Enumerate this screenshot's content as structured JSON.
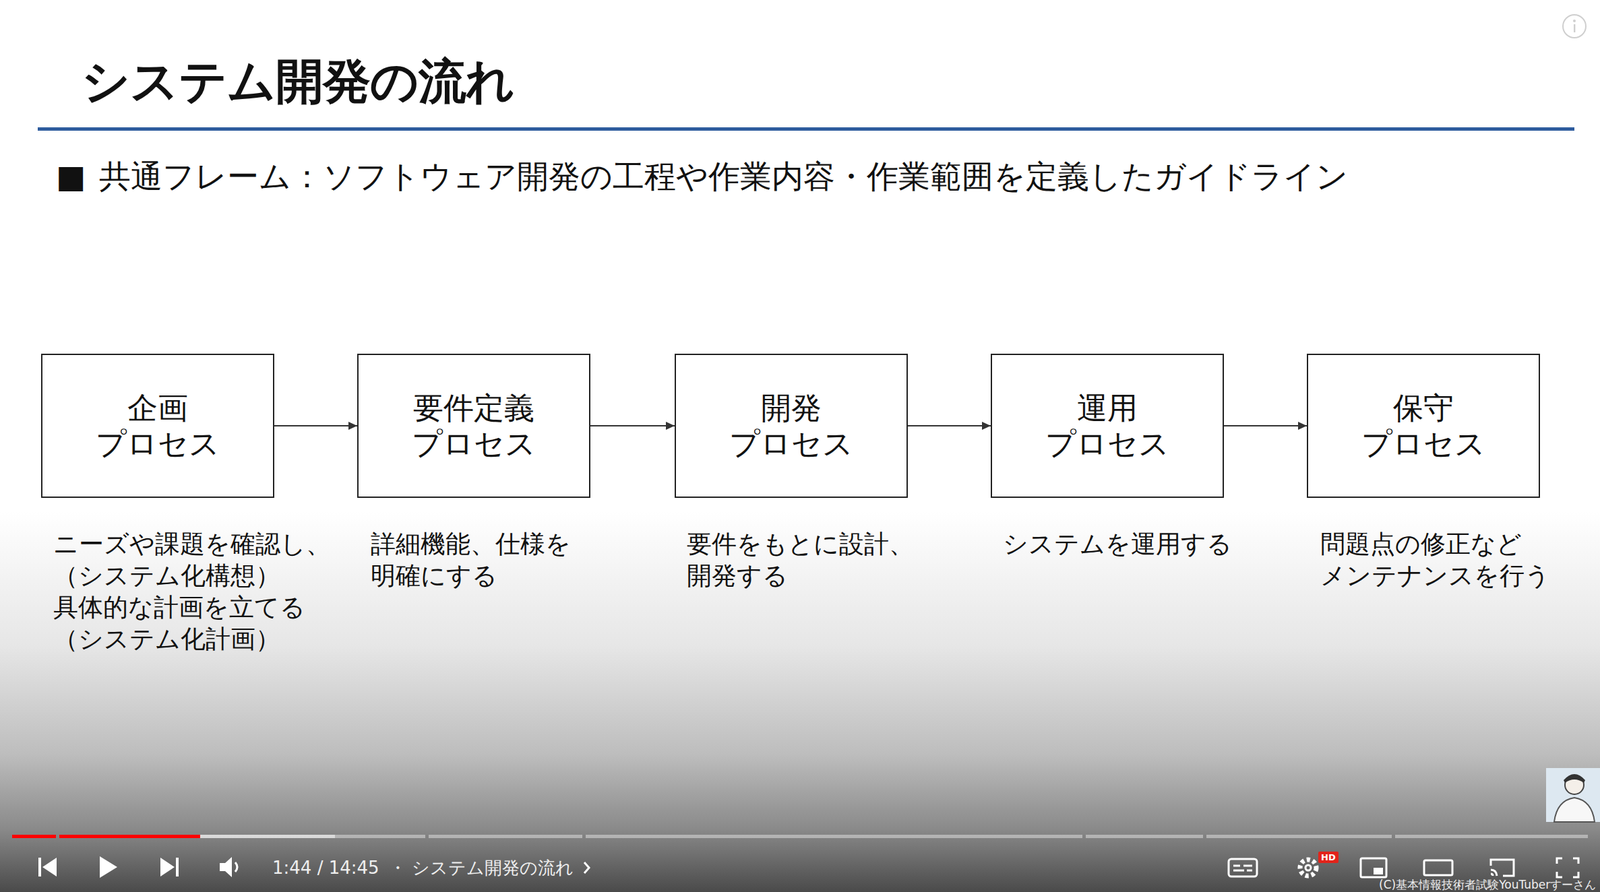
{
  "diagram": {
    "title": "システム開発の流れ",
    "nodes": [
      {
        "text": [
          "企画 プロセス"
        ]
      },
      {
        "text": [
          "要件定義 プロセス"
        ]
      },
      {
        "text": [
          "開発 プロセス"
        ]
      },
      {
        "text": [
          "運用 プロセス"
        ]
      },
      {
        "text": [
          "保守 プロセス"
        ]
      }
    ],
    "edges": [
      {
        "from": 0,
        "to": 1,
        "arrow": "to"
      },
      {
        "from": 1,
        "to": 2,
        "arrow": "to"
      },
      {
        "from": 2,
        "to": 3,
        "arrow": "to"
      },
      {
        "from": 3,
        "to": 4,
        "arrow": "to"
      }
    ],
    "labels": [
      "■",
      "共通フレーム：ソフトウェア開発の工程や作業内容・作業範囲を定義したガイドライン",
      "ニーズや課題を確認し、 （システム化構想） 具体的な計画を立てる （システム化計画）",
      "詳細機能、仕様を 明確にする",
      "要件をもとに設計、 開発する",
      "システムを運用する",
      "問題点の修正など メンテナンスを行う",
      "1:44 / 14:45",
      "・",
      "システム開発の流れ",
      "HD",
      "(C)基本情報技術者試験YouTuberすーさん"
    ]
  }
}
